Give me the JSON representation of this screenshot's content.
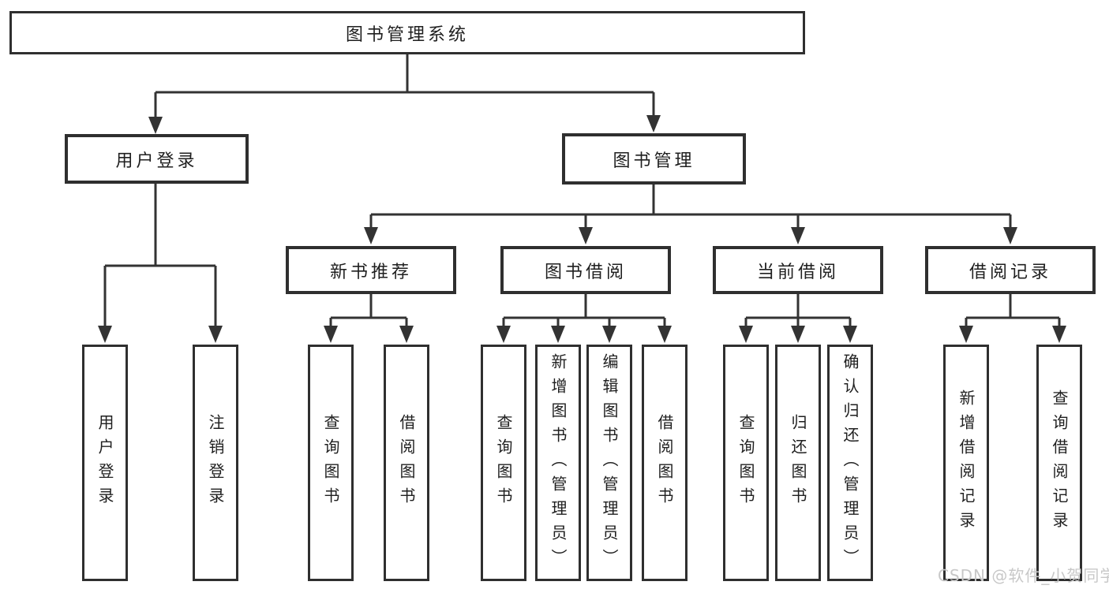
{
  "title": {
    "label": "图书管理系统"
  },
  "level2": [
    {
      "label": "用户登录"
    },
    {
      "label": "图书管理"
    }
  ],
  "level3": [
    {
      "label": "新书推荐"
    },
    {
      "label": "图书借阅"
    },
    {
      "label": "当前借阅"
    },
    {
      "label": "借阅记录"
    }
  ],
  "leaves": [
    {
      "label": "用户登录"
    },
    {
      "label": "注销登录"
    },
    {
      "label": "查询图书"
    },
    {
      "label": "借阅图书"
    },
    {
      "label": "查询图书"
    },
    {
      "label": "新增图书（管理员）"
    },
    {
      "label": "编辑图书（管理员）"
    },
    {
      "label": "借阅图书"
    },
    {
      "label": "查询图书"
    },
    {
      "label": "归还图书"
    },
    {
      "label": "确认归还（管理员）"
    },
    {
      "label": "新增借阅记录"
    },
    {
      "label": "查询借阅记录"
    }
  ],
  "watermark": "CSDN @软件_小贺同学",
  "colors": {
    "line": "#333333",
    "border": "#2f2f2f",
    "text": "#1f1f1f",
    "watermark": "#c8c8c8",
    "background": "#ffffff"
  }
}
